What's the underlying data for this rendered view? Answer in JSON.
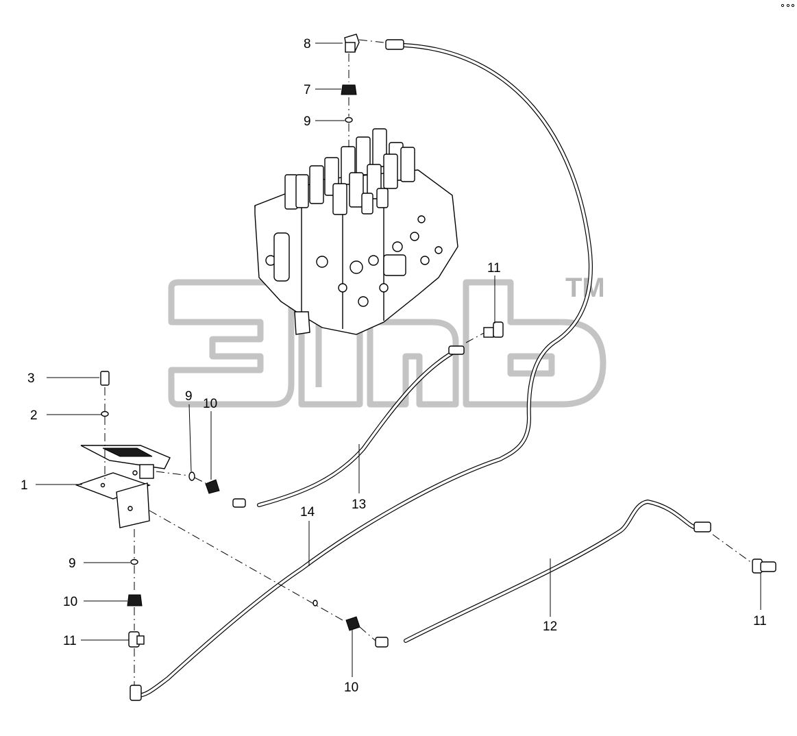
{
  "watermark": {
    "trademark": "TM"
  },
  "callouts": {
    "c1": "1",
    "c2": "2",
    "c3": "3",
    "c7": "7",
    "c8": "8",
    "c9_top": "9",
    "c9_mid": "9",
    "c9_low": "9",
    "c10_mid": "10",
    "c10_low": "10",
    "c10_bottom": "10",
    "c11_top": "11",
    "c11_left": "11",
    "c11_right": "11",
    "c12": "12",
    "c13": "13",
    "c14": "14"
  }
}
